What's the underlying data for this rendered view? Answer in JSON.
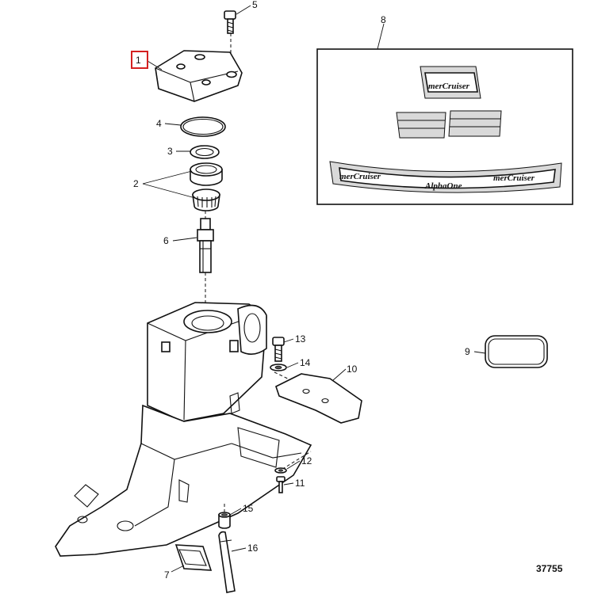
{
  "highlight_color": "#d42020",
  "highlighted_callout": "1",
  "figure_number": "37755",
  "callouts": [
    "1",
    "2",
    "3",
    "4",
    "5",
    "6",
    "7",
    "8",
    "9",
    "10",
    "11",
    "12",
    "13",
    "14",
    "15",
    "16"
  ],
  "decal_texts": {
    "brand_small": "merCruiser",
    "brand_left": "merCruiser",
    "model": "AlphaOne",
    "brand_right": "merCruiser"
  }
}
